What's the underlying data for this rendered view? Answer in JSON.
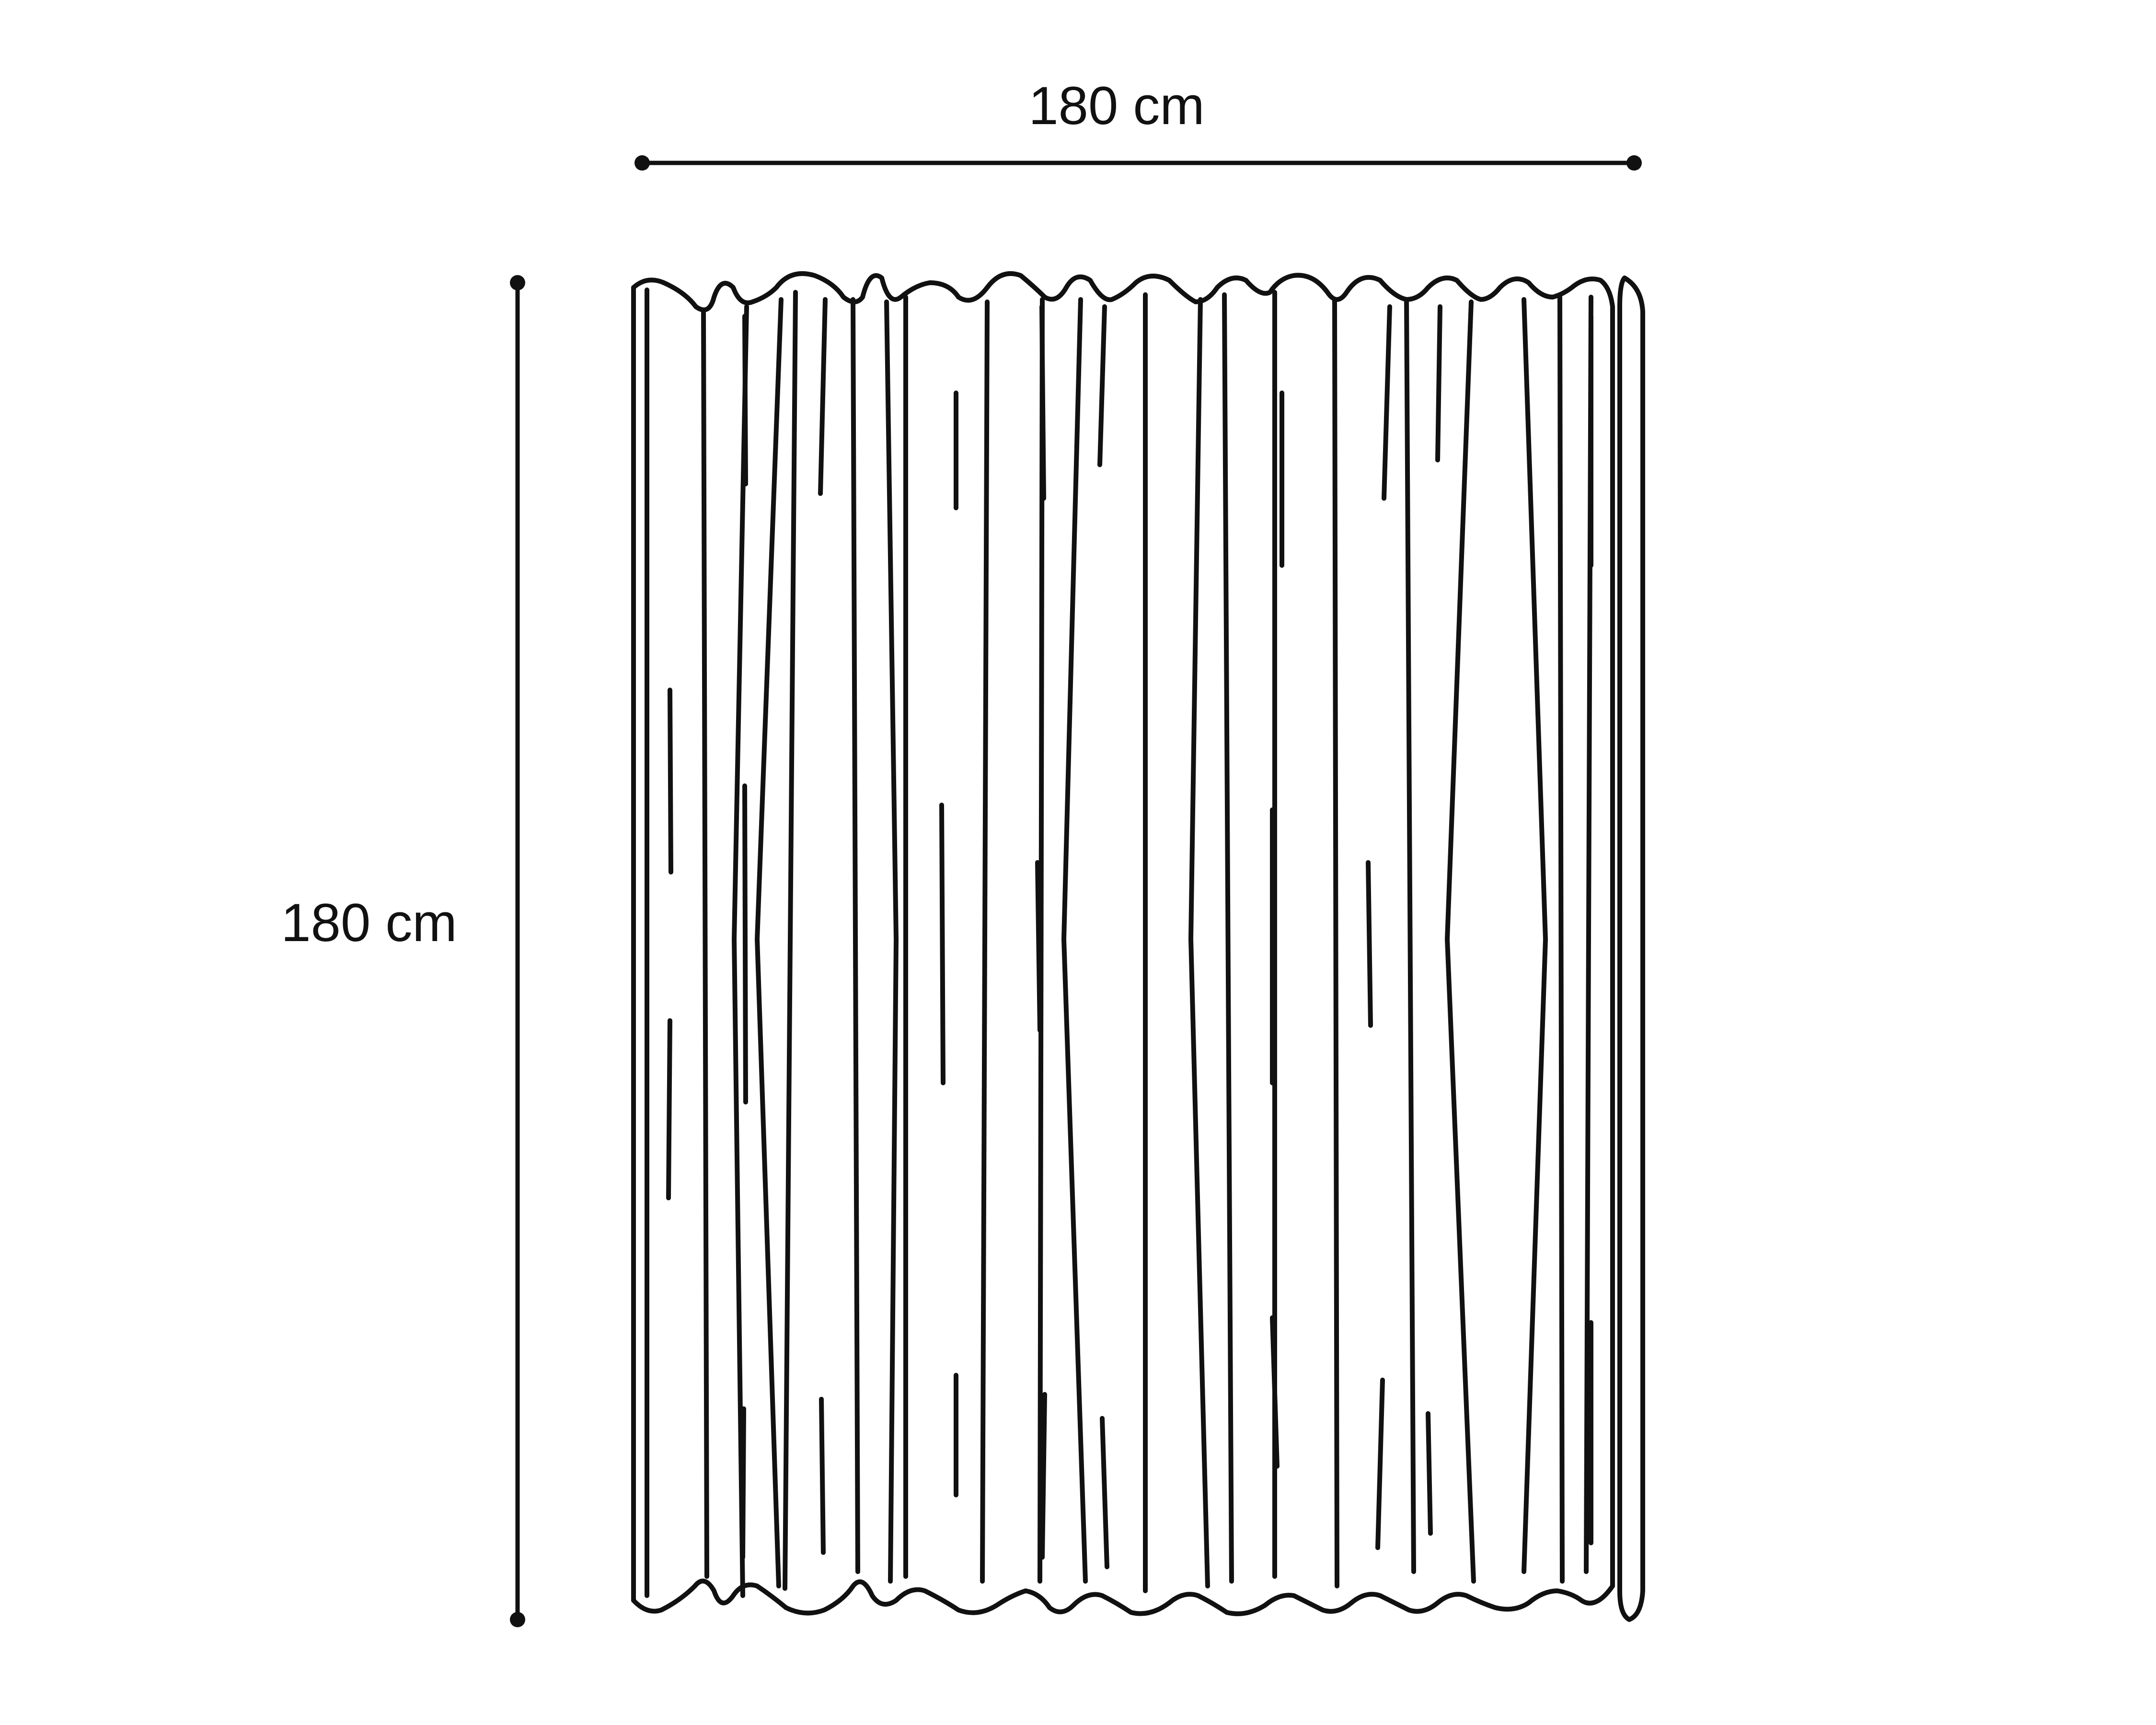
{
  "dimensions": {
    "width_label": "180 cm",
    "height_label": "180 cm"
  },
  "colors": {
    "line": "#111111",
    "background": "#ffffff"
  },
  "icons": {
    "curtain": "curtain-panel-icon",
    "arrow_horizontal": "dimension-line-horizontal",
    "arrow_vertical": "dimension-line-vertical"
  }
}
